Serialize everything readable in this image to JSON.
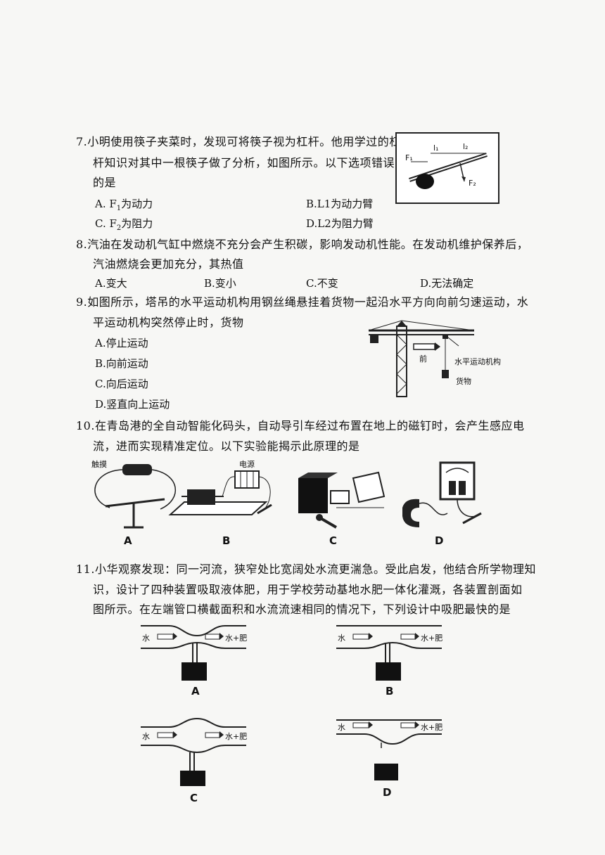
{
  "q7": {
    "line1": "7.小明使用筷子夹菜时，发现可将筷子视为杠杆。他用学过的杠",
    "line2": "杆知识对其中一根筷子做了分析，如图所示。以下选项错误",
    "line3": "的是",
    "optA_pre": "A. F",
    "optA_sub": "1",
    "optA_post": "为动力",
    "optB": "B.L1为动力臂",
    "optC_pre": "C. F",
    "optC_sub": "2",
    "optC_post": "为阻力",
    "optD": "D.L2为阻力臂",
    "fig_labels": {
      "f1": "F₁",
      "l1": "l₁",
      "l2": "l₂",
      "f2": "F₂"
    }
  },
  "q8": {
    "line1": "8.汽油在发动机气缸中燃烧不充分会产生积碳，影响发动机性能。在发动机维护保养后，",
    "line2": "汽油燃烧会更加充分，其热值",
    "optA": "A.变大",
    "optB": "B.变小",
    "optC": "C.不变",
    "optD": "D.无法确定"
  },
  "q9": {
    "line1": "9.如图所示，塔吊的水平运动机构用钢丝绳悬挂着货物一起沿水平方向向前匀速运动，水",
    "line2": "平运动机构突然停止时，货物",
    "optA": "A.停止运动",
    "optB": "B.向前运动",
    "optC": "C.向后运动",
    "optD": "D.竖直向上运动",
    "fig_labels": {
      "forward": "前",
      "mechanism": "水平运动机构",
      "cargo": "货物"
    }
  },
  "q10": {
    "line1": "10.在青岛港的全自动智能化码头，自动导引车经过布置在地上的磁钉时，会产生感应电",
    "line2": "流，进而实现精准定位。以下实验能揭示此原理的是",
    "figA_label": "A",
    "figB_label": "B",
    "figC_label": "C",
    "figD_label": "D",
    "figA_text": "触摸",
    "figB_text": "电源"
  },
  "q11": {
    "line1": "11.小华观察发现：同一河流，狭窄处比宽阔处水流更湍急。受此启发，他结合所学物理知",
    "line2": "识，设计了四种装置吸取液体肥，用于学校劳动基地水肥一体化灌溉，各装置剖面如",
    "line3": "图所示。在左端管口横截面积和水流流速相同的情况下，下列设计中吸肥最快的是",
    "in_label": "水",
    "out_label": "水+肥",
    "figA_label": "A",
    "figB_label": "B",
    "figC_label": "C",
    "figD_label": "D"
  }
}
